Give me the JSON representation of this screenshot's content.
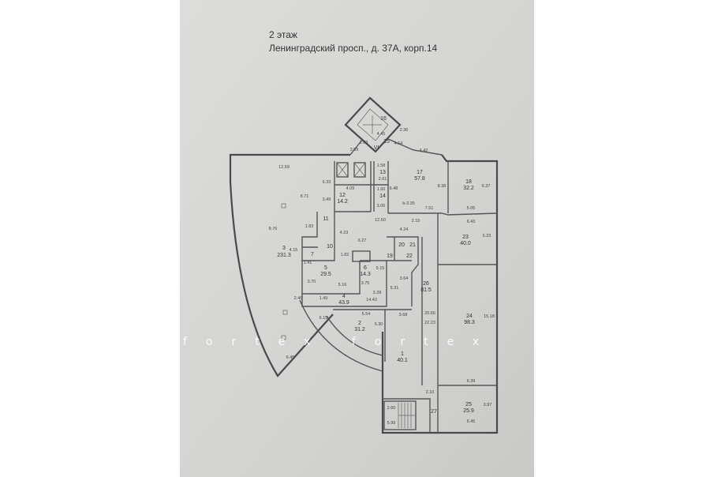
{
  "header": {
    "floor": "2 этаж",
    "address": "Ленинградский просп., д. 37А, корп.14"
  },
  "watermark": "fortex fortex",
  "rooms": [
    {
      "num": "3",
      "area": "231.3"
    },
    {
      "num": "12",
      "area": "14.2"
    },
    {
      "num": "13",
      "area": ""
    },
    {
      "num": "14",
      "area": ""
    },
    {
      "num": "17",
      "area": "57.8"
    },
    {
      "num": "18",
      "area": "32.2"
    },
    {
      "num": "11",
      "area": ""
    },
    {
      "num": "10",
      "area": ""
    },
    {
      "num": "7",
      "area": ""
    },
    {
      "num": "5",
      "area": "29.5"
    },
    {
      "num": "6",
      "area": "14.3"
    },
    {
      "num": "19",
      "area": ""
    },
    {
      "num": "20",
      "area": ""
    },
    {
      "num": "21",
      "area": ""
    },
    {
      "num": "22",
      "area": ""
    },
    {
      "num": "23",
      "area": "40.0"
    },
    {
      "num": "26",
      "area": "81.5"
    },
    {
      "num": "4",
      "area": "43.9"
    },
    {
      "num": "2",
      "area": "31.2"
    },
    {
      "num": "1",
      "area": "40.1"
    },
    {
      "num": "24",
      "area": "98.3"
    },
    {
      "num": "25",
      "area": "25.9"
    },
    {
      "num": "27",
      "area": ""
    },
    {
      "num": "16",
      "area": ""
    },
    {
      "num": "15",
      "area": ""
    },
    {
      "num": "VI",
      "area": ""
    }
  ],
  "dimensions": [
    "12.59",
    "8.71",
    "6.33",
    "8.76",
    "4.15",
    "1.83",
    "4.09",
    "3.49",
    "1.58",
    "2.61",
    "1.60",
    "3.06",
    "6.48",
    "b-3.35",
    "7.51",
    "8.38",
    "6.37",
    "5.05",
    "12.60",
    "2.15",
    "6.43",
    "6.23",
    "4.23",
    "6.27",
    "4.24",
    "1.82",
    "1.41",
    "3.70",
    "5.16",
    "3.75",
    "5.15",
    "3.28",
    "3.64",
    "5.31",
    "14.43",
    "1.49",
    "2.46",
    "5.54",
    "3.68",
    "6.15",
    "5.30",
    "20.66",
    "22.23",
    "15.18",
    "6.45",
    "6.39",
    "2.10",
    "3.97",
    "6.45",
    "2.60",
    "5.99",
    "3.59",
    "1.63",
    "4.45",
    "4.14",
    "4.42",
    "2.36"
  ]
}
